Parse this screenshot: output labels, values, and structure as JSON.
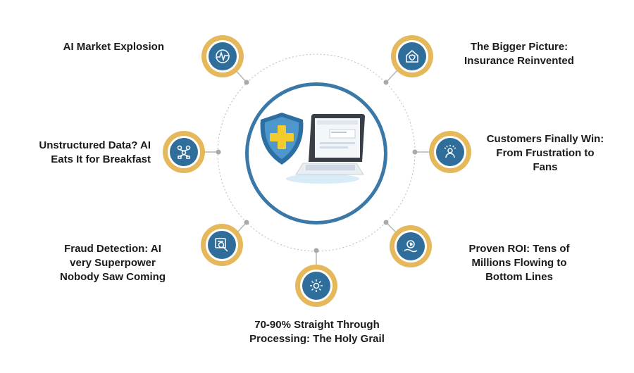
{
  "items": [
    {
      "id": "ai-market",
      "lines": [
        "AI Market Explosion"
      ],
      "icon": "pulse-chart-icon"
    },
    {
      "id": "unstructured-data",
      "lines": [
        "Unstructured Data? AI",
        "Eats It for Breakfast"
      ],
      "icon": "data-network-icon"
    },
    {
      "id": "fraud-detection",
      "lines": [
        "Fraud Detection: AI",
        "very Superpower",
        "Nobody Saw Coming"
      ],
      "icon": "magnifier-document-icon"
    },
    {
      "id": "straight-through",
      "lines": [
        "70-90% Straight Through",
        "Processing: The Holy Grail"
      ],
      "icon": "gear-process-icon"
    },
    {
      "id": "proven-roi",
      "lines": [
        "Proven ROI: Tens of",
        "Millions Flowing to",
        "Bottom Lines"
      ],
      "icon": "money-hand-icon"
    },
    {
      "id": "customers-win",
      "lines": [
        "Customers Finally Win:",
        "From Frustration to",
        "Fans"
      ],
      "icon": "happy-customer-icon"
    },
    {
      "id": "bigger-picture",
      "lines": [
        "The Bigger Picture:",
        "Insurance Reinvented"
      ],
      "icon": "house-shield-icon"
    }
  ],
  "center": {
    "icon": "shield-laptop-icon"
  },
  "colors": {
    "ring": "#e6b85c",
    "core": "#2f6d9b",
    "circle": "#3a78a8",
    "connector": "#b5b5b5"
  }
}
